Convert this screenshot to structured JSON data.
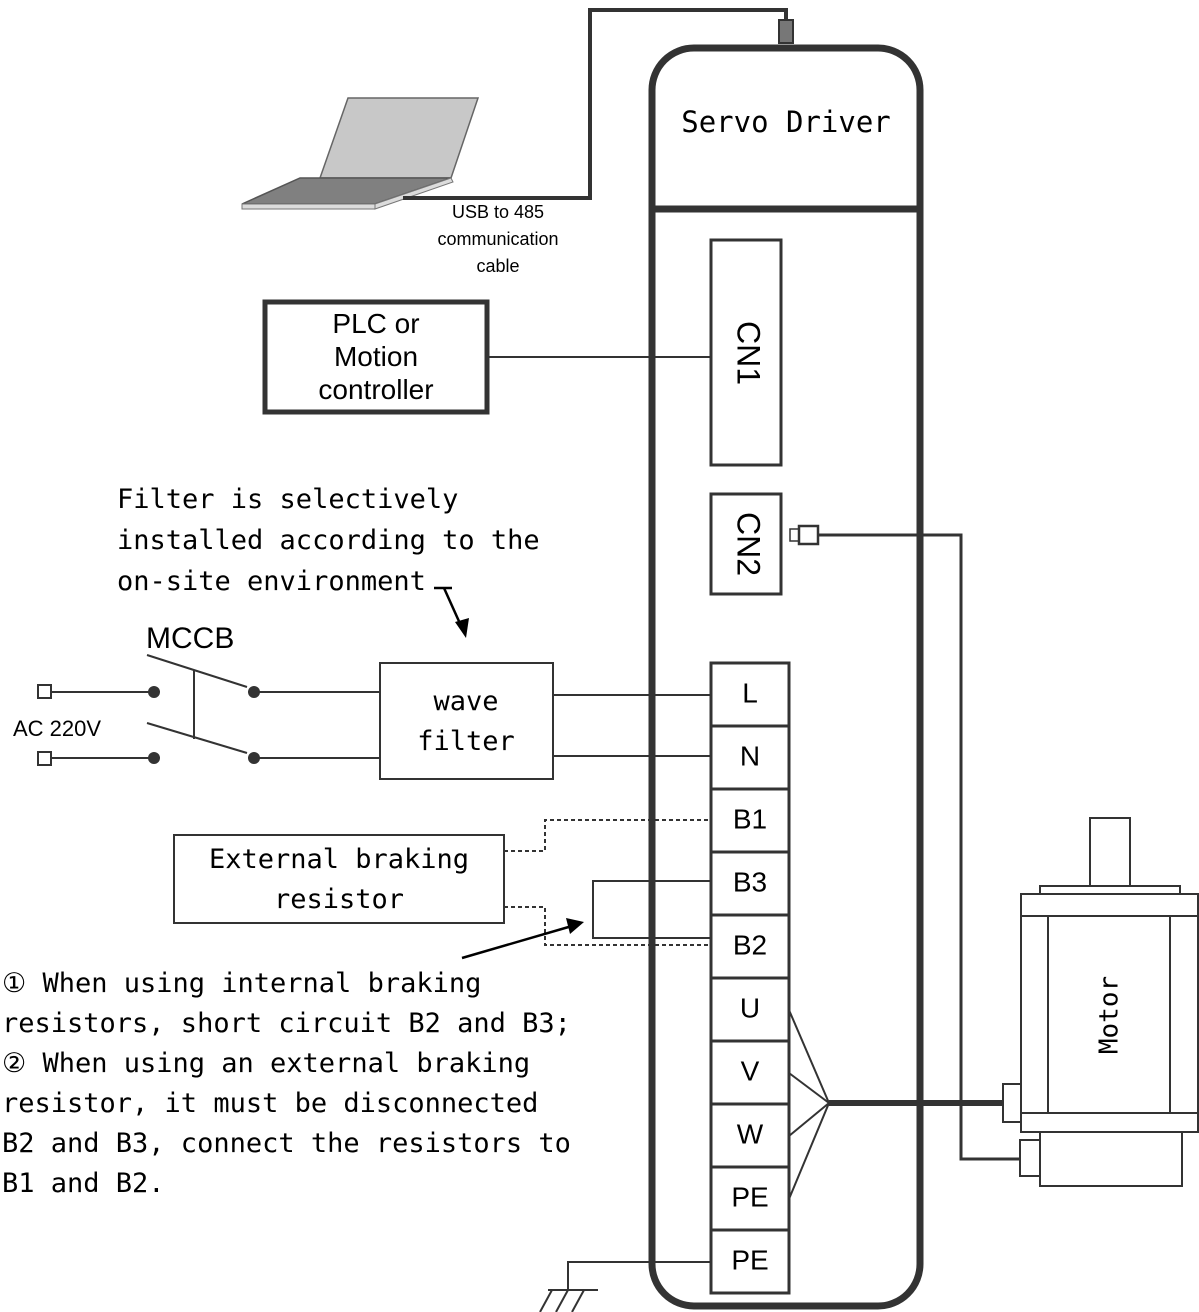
{
  "servo_driver": {
    "title": "Servo Driver"
  },
  "laptop": {
    "cable_label_lines": [
      "USB to 485",
      "communication",
      "cable"
    ]
  },
  "controller": {
    "label_lines": [
      "PLC or",
      "Motion",
      "controller"
    ]
  },
  "connectors": {
    "cn1": "CN1",
    "cn2": "CN2"
  },
  "terminals": [
    "L",
    "N",
    "B1",
    "B3",
    "B2",
    "U",
    "V",
    "W",
    "PE",
    "PE"
  ],
  "filter_note": {
    "lines": [
      "Filter is selectively",
      "installed according to the",
      "on-site environment"
    ]
  },
  "mccb": {
    "label": "MCCB"
  },
  "power": {
    "label": "AC 220V"
  },
  "wave_filter": {
    "lines": [
      "wave",
      "filter"
    ]
  },
  "braking_resistor": {
    "lines": [
      "External braking",
      "resistor"
    ]
  },
  "braking_note": {
    "lines": [
      "① When using internal braking",
      "resistors, short circuit B2 and B3;",
      "② When using an external braking",
      "resistor, it must be disconnected",
      "B2 and B3, connect the resistors to",
      "B1 and B2."
    ]
  },
  "motor": {
    "label": "Motor"
  }
}
